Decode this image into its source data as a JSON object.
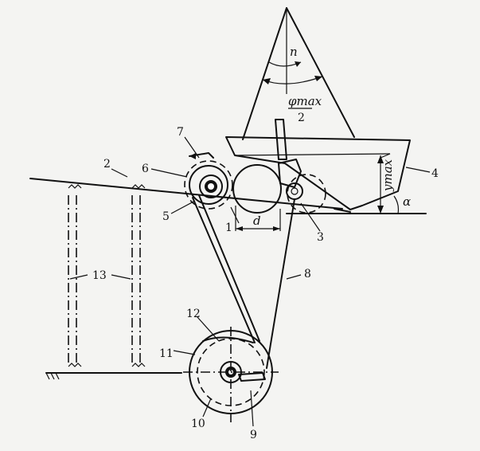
{
  "labels": {
    "n": "n",
    "phi_num": "φmax",
    "phi_den": "2",
    "ymax": "ymax",
    "alpha": "α",
    "d": "d",
    "l1": "1",
    "l2": "2",
    "l3": "3",
    "l4": "4",
    "l5": "5",
    "l6": "6",
    "l7": "7",
    "l8": "8",
    "l9": "9",
    "l10": "10",
    "l11": "11",
    "l12": "12",
    "l13": "13"
  }
}
